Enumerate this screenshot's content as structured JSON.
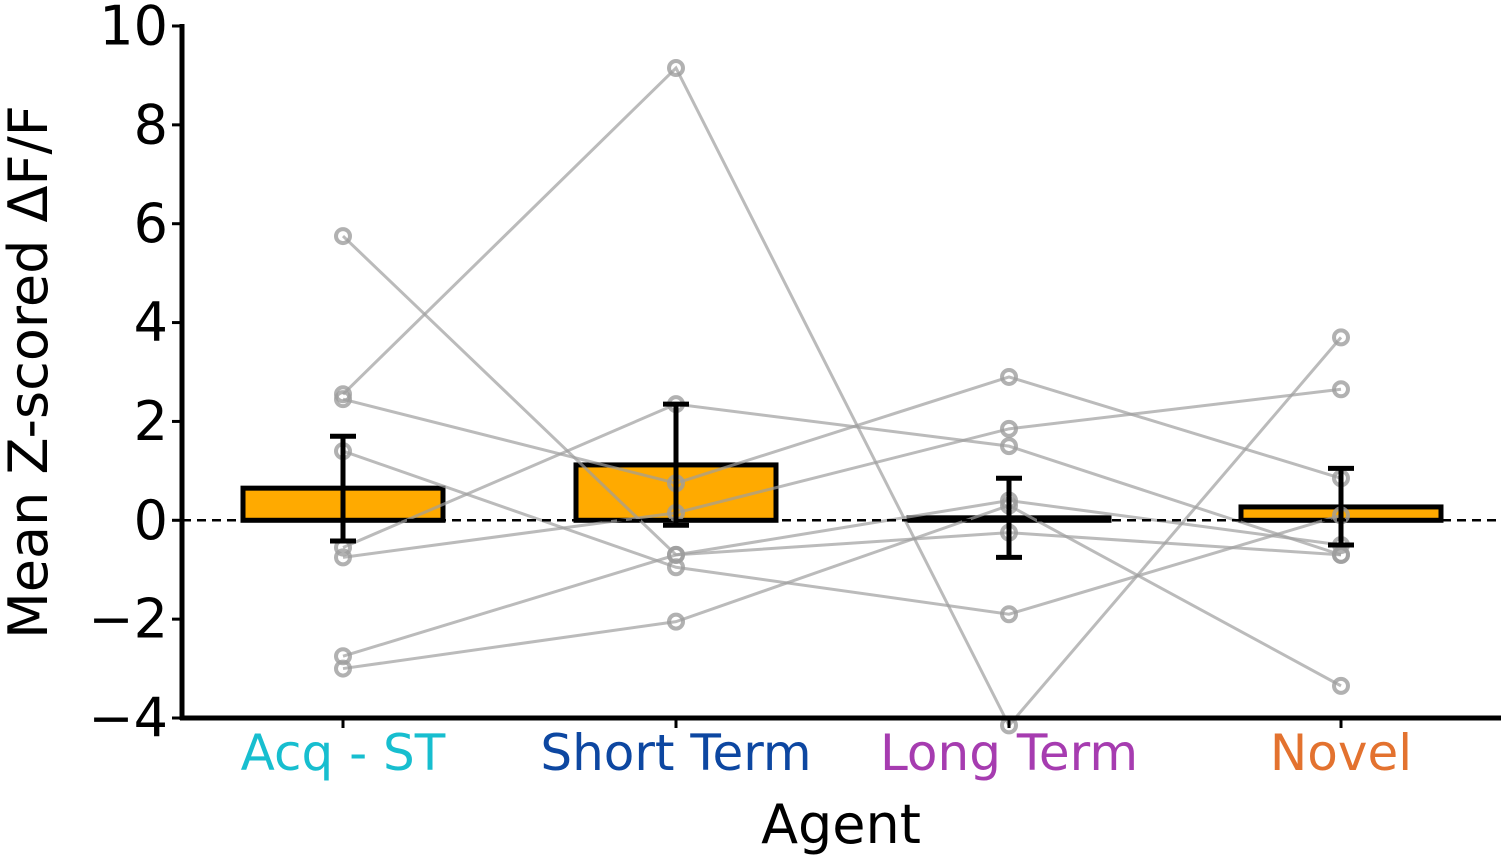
{
  "chart_data": {
    "type": "bar",
    "title": "",
    "xlabel": "Agent",
    "ylabel": "Mean Z-scored ΔF/F",
    "ylim": [
      -4,
      10
    ],
    "yticks": [
      -4,
      -2,
      0,
      2,
      4,
      6,
      8,
      10
    ],
    "ytick_labels": [
      "−4",
      "−2",
      "0",
      "2",
      "4",
      "6",
      "8",
      "10"
    ],
    "grid": false,
    "zero_line": "dashed",
    "categories": [
      "Acq - ST",
      "Short Term",
      "Long Term",
      "Novel"
    ],
    "category_colors": [
      "#17becf",
      "#0d47a1",
      "#a63cb0",
      "#e3722f"
    ],
    "bar_color": "#ffaa00",
    "values": [
      0.65,
      1.12,
      0.05,
      0.27
    ],
    "error": [
      [
        -0.42,
        1.7
      ],
      [
        -0.1,
        2.35
      ],
      [
        -0.75,
        0.85
      ],
      [
        -0.5,
        1.05
      ]
    ],
    "subjects": [
      [
        5.75,
        -0.7,
        -0.25,
        -0.7
      ],
      [
        2.55,
        9.15,
        -4.15,
        3.7
      ],
      [
        2.45,
        0.75,
        2.9,
        0.85
      ],
      [
        1.4,
        -0.95,
        -1.9,
        0.1
      ],
      [
        -0.55,
        2.35,
        1.5,
        -0.7
      ],
      [
        -0.75,
        0.15,
        1.85,
        2.65
      ],
      [
        -2.75,
        -0.7,
        0.4,
        -0.5
      ],
      [
        -3.0,
        -2.05,
        0.3,
        -3.35
      ]
    ]
  }
}
